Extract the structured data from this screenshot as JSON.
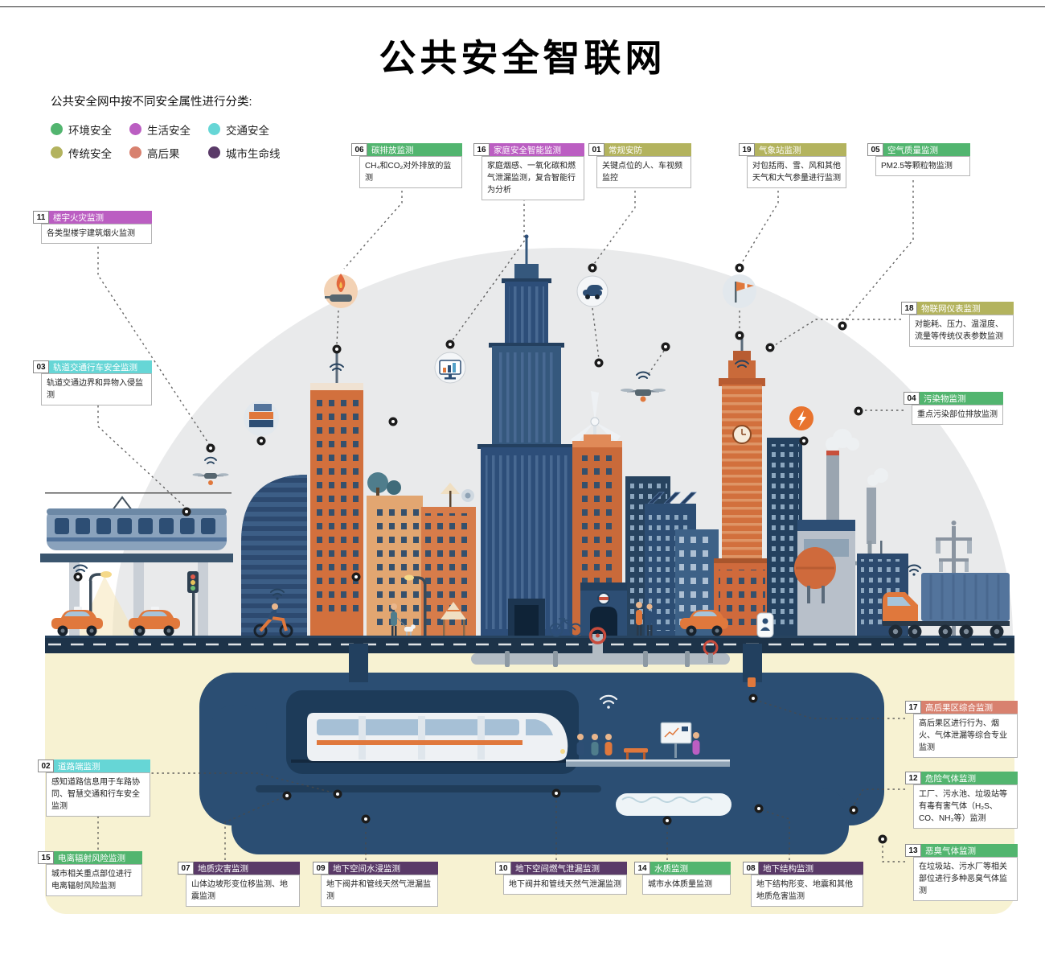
{
  "title": "公共安全智联网",
  "subtitle": "公共安全网中按不同安全属性进行分类:",
  "legend": [
    {
      "label": "环境安全",
      "color": "#52b56f"
    },
    {
      "label": "生活安全",
      "color": "#bb5ec2"
    },
    {
      "label": "交通安全",
      "color": "#66d6d6"
    },
    {
      "label": "传统安全",
      "color": "#b3b35e"
    },
    {
      "label": "高后果",
      "color": "#d8816f"
    },
    {
      "label": "城市生命线",
      "color": "#5a3a68"
    }
  ],
  "callouts": {
    "c06": {
      "num": "06",
      "title": "碳排放监测",
      "category": "环境安全",
      "color": "#52b56f",
      "desc": "CH₄和CO₂对外排放的监测"
    },
    "c16": {
      "num": "16",
      "title": "家庭安全智能监测",
      "category": "生活安全",
      "color": "#bb5ec2",
      "desc": "家庭烟感、一氧化碳和燃气泄漏监测，复合智能行为分析"
    },
    "c01": {
      "num": "01",
      "title": "常规安防",
      "category": "传统安全",
      "color": "#b3b35e",
      "desc": "关键点位的人、车视频监控"
    },
    "c19": {
      "num": "19",
      "title": "气象站监测",
      "category": "传统安全",
      "color": "#b3b35e",
      "desc": "对包括雨、雪、风和其他天气和大气参量进行监测"
    },
    "c05": {
      "num": "05",
      "title": "空气质量监测",
      "category": "环境安全",
      "color": "#52b56f",
      "desc": "PM2.5等颗粒物监测"
    },
    "c11": {
      "num": "11",
      "title": "楼宇火灾监测",
      "category": "生活安全",
      "color": "#bb5ec2",
      "desc": "各类型楼宇建筑烟火监测"
    },
    "c03": {
      "num": "03",
      "title": "轨道交通行车安全监测",
      "category": "交通安全",
      "color": "#66d6d6",
      "desc": "轨道交通边界和异物入侵监测"
    },
    "c18": {
      "num": "18",
      "title": "物联网仪表监测",
      "category": "传统安全",
      "color": "#b3b35e",
      "desc": "对能耗、压力、温湿度、流量等传统仪表参数监测"
    },
    "c04": {
      "num": "04",
      "title": "污染物监测",
      "category": "环境安全",
      "color": "#52b56f",
      "desc": "重点污染部位排放监测"
    },
    "c17": {
      "num": "17",
      "title": "高后果区综合监测",
      "category": "高后果",
      "color": "#d8816f",
      "desc": "高后果区进行行为、烟火、气体泄漏等综合专业监测"
    },
    "c12": {
      "num": "12",
      "title": "危险气体监测",
      "category": "环境安全",
      "color": "#52b56f",
      "desc": "工厂、污水池、垃圾站等有毒有害气体（H₂S、CO、NH₃等）监测"
    },
    "c13": {
      "num": "13",
      "title": "恶臭气体监测",
      "category": "环境安全",
      "color": "#52b56f",
      "desc": "在垃圾站、污水厂等相关部位进行多种恶臭气体监测"
    },
    "c02": {
      "num": "02",
      "title": "道路端监测",
      "category": "交通安全",
      "color": "#66d6d6",
      "desc": "感知道路信息用于车路协同、智慧交通和行车安全监测"
    },
    "c15": {
      "num": "15",
      "title": "电离辐射风险监测",
      "category": "环境安全",
      "color": "#52b56f",
      "desc": "城市相关重点部位进行电离辐射风险监测"
    },
    "c07": {
      "num": "07",
      "title": "地质灾害监测",
      "category": "城市生命线",
      "color": "#5a3a68",
      "desc": "山体边坡形变位移监测、地震监测"
    },
    "c09": {
      "num": "09",
      "title": "地下空间水浸监测",
      "category": "城市生命线",
      "color": "#5a3a68",
      "desc": "地下阀井和管线天然气泄漏监测"
    },
    "c10": {
      "num": "10",
      "title": "地下空间燃气泄漏监测",
      "category": "城市生命线",
      "color": "#5a3a68",
      "desc": "地下阀井和管线天然气泄漏监测"
    },
    "c14": {
      "num": "14",
      "title": "水质监测",
      "category": "环境安全",
      "color": "#52b56f",
      "desc": "城市水体质量监测"
    },
    "c08": {
      "num": "08",
      "title": "地下结构监测",
      "category": "城市生命线",
      "color": "#5a3a68",
      "desc": "地下结构形变、地震和其他地质危害监测"
    }
  },
  "illustration_icons": [
    "fire-monitor-icon",
    "screen-monitor-icon",
    "vehicle-camera-icon",
    "weather-station-icon",
    "drone-icon",
    "cargo-containers-icon",
    "power-alert-icon",
    "wifi-signal-icon",
    "valve-icon",
    "sensor-dot"
  ]
}
